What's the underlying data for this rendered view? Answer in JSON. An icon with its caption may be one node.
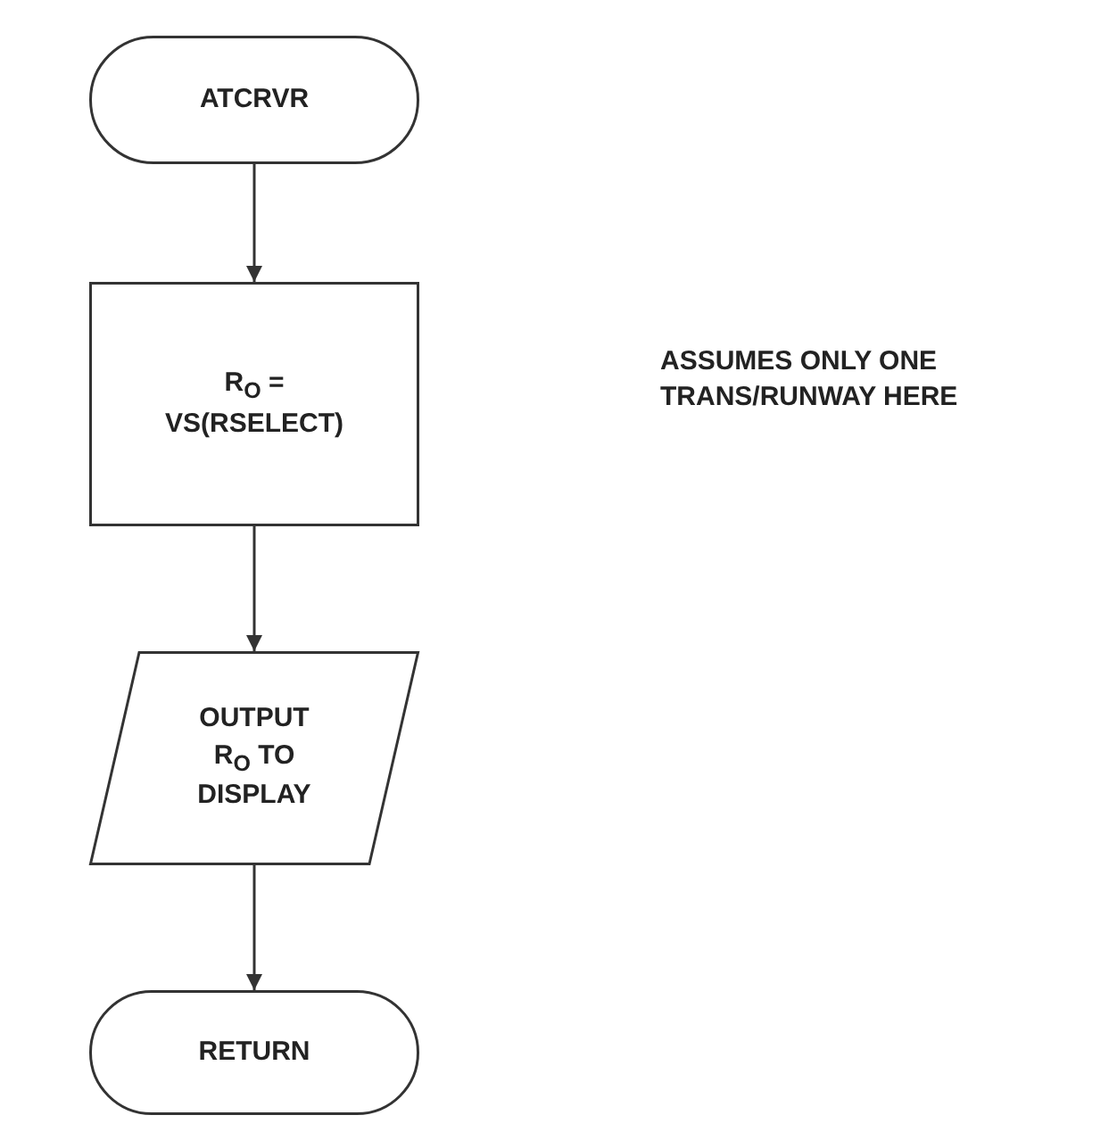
{
  "diagram": {
    "nodes": [
      {
        "text": [
          "ATCRVR"
        ]
      },
      {
        "text": [
          "R$_{O}$ = VS(RSELECT)"
        ]
      },
      {
        "text": [
          "OUTPUT R$_{O}$ TO DISPLAY"
        ]
      },
      {
        "text": [
          "RETURN"
        ]
      }
    ],
    "edges": [
      {
        "from": 0,
        "to": 1,
        "arrow": "to"
      },
      {
        "from": 1,
        "to": 2,
        "arrow": "to"
      },
      {
        "from": 2,
        "to": 3,
        "arrow": "to"
      }
    ],
    "labels": [
      "ASSUMES ONLY ONE TRANS/RUNWAY HERE"
    ]
  }
}
